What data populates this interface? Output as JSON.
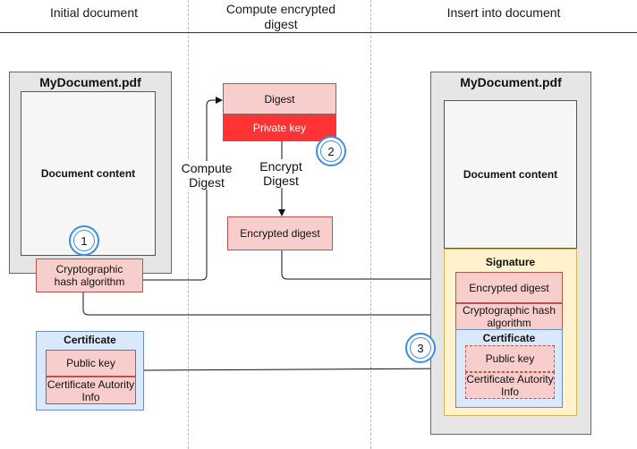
{
  "lanes": {
    "initial": "Initial document",
    "compute": "Compute encrypted digest",
    "insert": "Insert into document"
  },
  "left": {
    "doc_title": "MyDocument.pdf",
    "doc_content": "Document content",
    "hash": "Cryptographic hash algorithm",
    "badge": "1"
  },
  "certificate": {
    "title": "Certificate",
    "public_key": "Public key",
    "authority": "Certificate Autority Info"
  },
  "middle": {
    "digest": "Digest",
    "private_key": "Private key",
    "encrypted_digest": "Encrypted digest",
    "badge": "2"
  },
  "edges": {
    "compute_digest": "Compute Digest",
    "encrypt_digest": "Encrypt Digest"
  },
  "right": {
    "doc_title": "MyDocument.pdf",
    "doc_content": "Document content",
    "signature_title": "Signature",
    "encrypted_digest": "Encrypted digest",
    "hash": "Cryptographic hash algorithm",
    "certificate_title": "Certificate",
    "public_key": "Public key",
    "authority": "Certificate Autority Info",
    "badge": "3"
  },
  "colors": {
    "pink_fill": "#f8cecc",
    "pink_stroke": "#b85450",
    "red_fill": "#ff3333",
    "blue_fill": "#dae8fc",
    "blue_stroke": "#6c8ebf",
    "yellow_fill": "#fff2cc",
    "yellow_stroke": "#d6b656",
    "badge_blue": "#3a8ee6"
  }
}
